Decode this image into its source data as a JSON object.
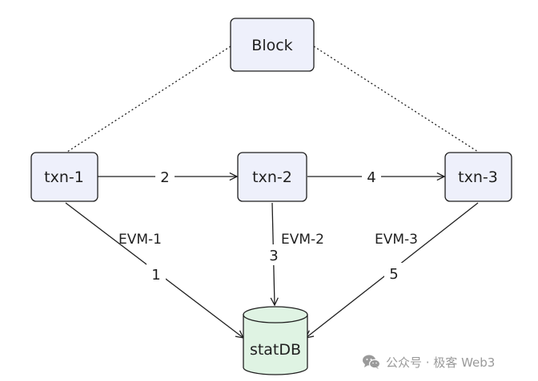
{
  "nodes": {
    "block": "Block",
    "txn1": "txn-1",
    "txn2": "txn-2",
    "txn3": "txn-3",
    "statdb": "statDB"
  },
  "edges": {
    "txn1_to_txn2": "2",
    "txn2_to_txn3": "4",
    "txn1_to_db": "1",
    "txn2_to_db": "3",
    "txn3_to_db": "5"
  },
  "evm_labels": {
    "evm1": "EVM-1",
    "evm2": "EVM-2",
    "evm3": "EVM-3"
  },
  "colors": {
    "node_fill": "#eef0fb",
    "db_fill": "#dff3e3",
    "stroke": "#1f1f1f",
    "watermark": "#9a9a9a"
  },
  "watermark": {
    "text": "公众号 · 极客 Web3",
    "icon": "wechat-icon"
  }
}
